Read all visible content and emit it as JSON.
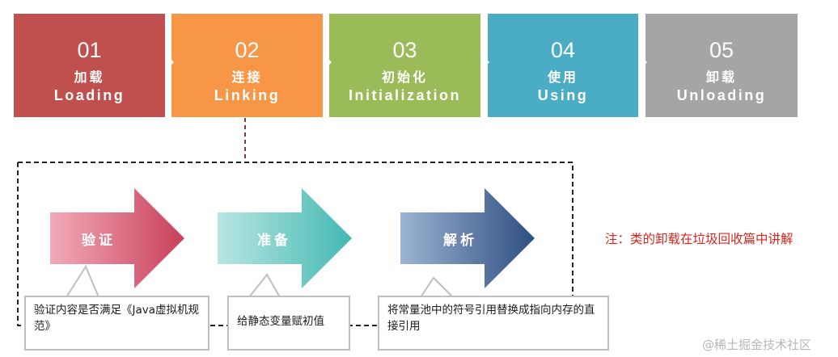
{
  "stages": [
    {
      "num": "01",
      "zh": "加载",
      "en": "Loading",
      "color": "#c0504d"
    },
    {
      "num": "02",
      "zh": "连接",
      "en": "Linking",
      "color": "#f79646"
    },
    {
      "num": "03",
      "zh": "初始化",
      "en": "Initialization",
      "color": "#9bbb59"
    },
    {
      "num": "04",
      "zh": "使用",
      "en": "Using",
      "color": "#4bacc6"
    },
    {
      "num": "05",
      "zh": "卸载",
      "en": "Unloading",
      "color": "#a5a5a5"
    }
  ],
  "linking_steps": [
    {
      "label": "验证",
      "desc": "验证内容是否满足《Java虚拟机规范》"
    },
    {
      "label": "准备",
      "desc": "给静态变量赋初值"
    },
    {
      "label": "解析",
      "desc": "将常量池中的符号引用替换成指向内存的直接引用"
    }
  ],
  "note": "注：类的卸载在垃圾回收篇中讲解",
  "watermark": "@稀土掘金技术社区"
}
